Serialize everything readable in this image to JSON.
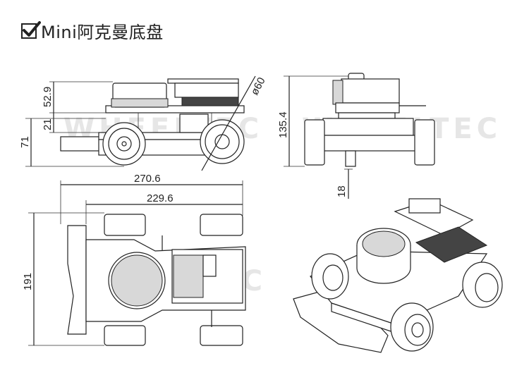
{
  "title": "Mini阿克曼底盘",
  "icons": {
    "title_icon": "checkbox-checked-icon"
  },
  "watermark": "WHEELTEC",
  "dimensions": {
    "top_height": "52.9",
    "mid_height": "21",
    "wheel_height": "71",
    "wheel_diameter": "ø60",
    "total_height": "135.4",
    "ground_clearance": "18",
    "total_length": "270.6",
    "wheelbase": "229.6",
    "width": "191"
  }
}
